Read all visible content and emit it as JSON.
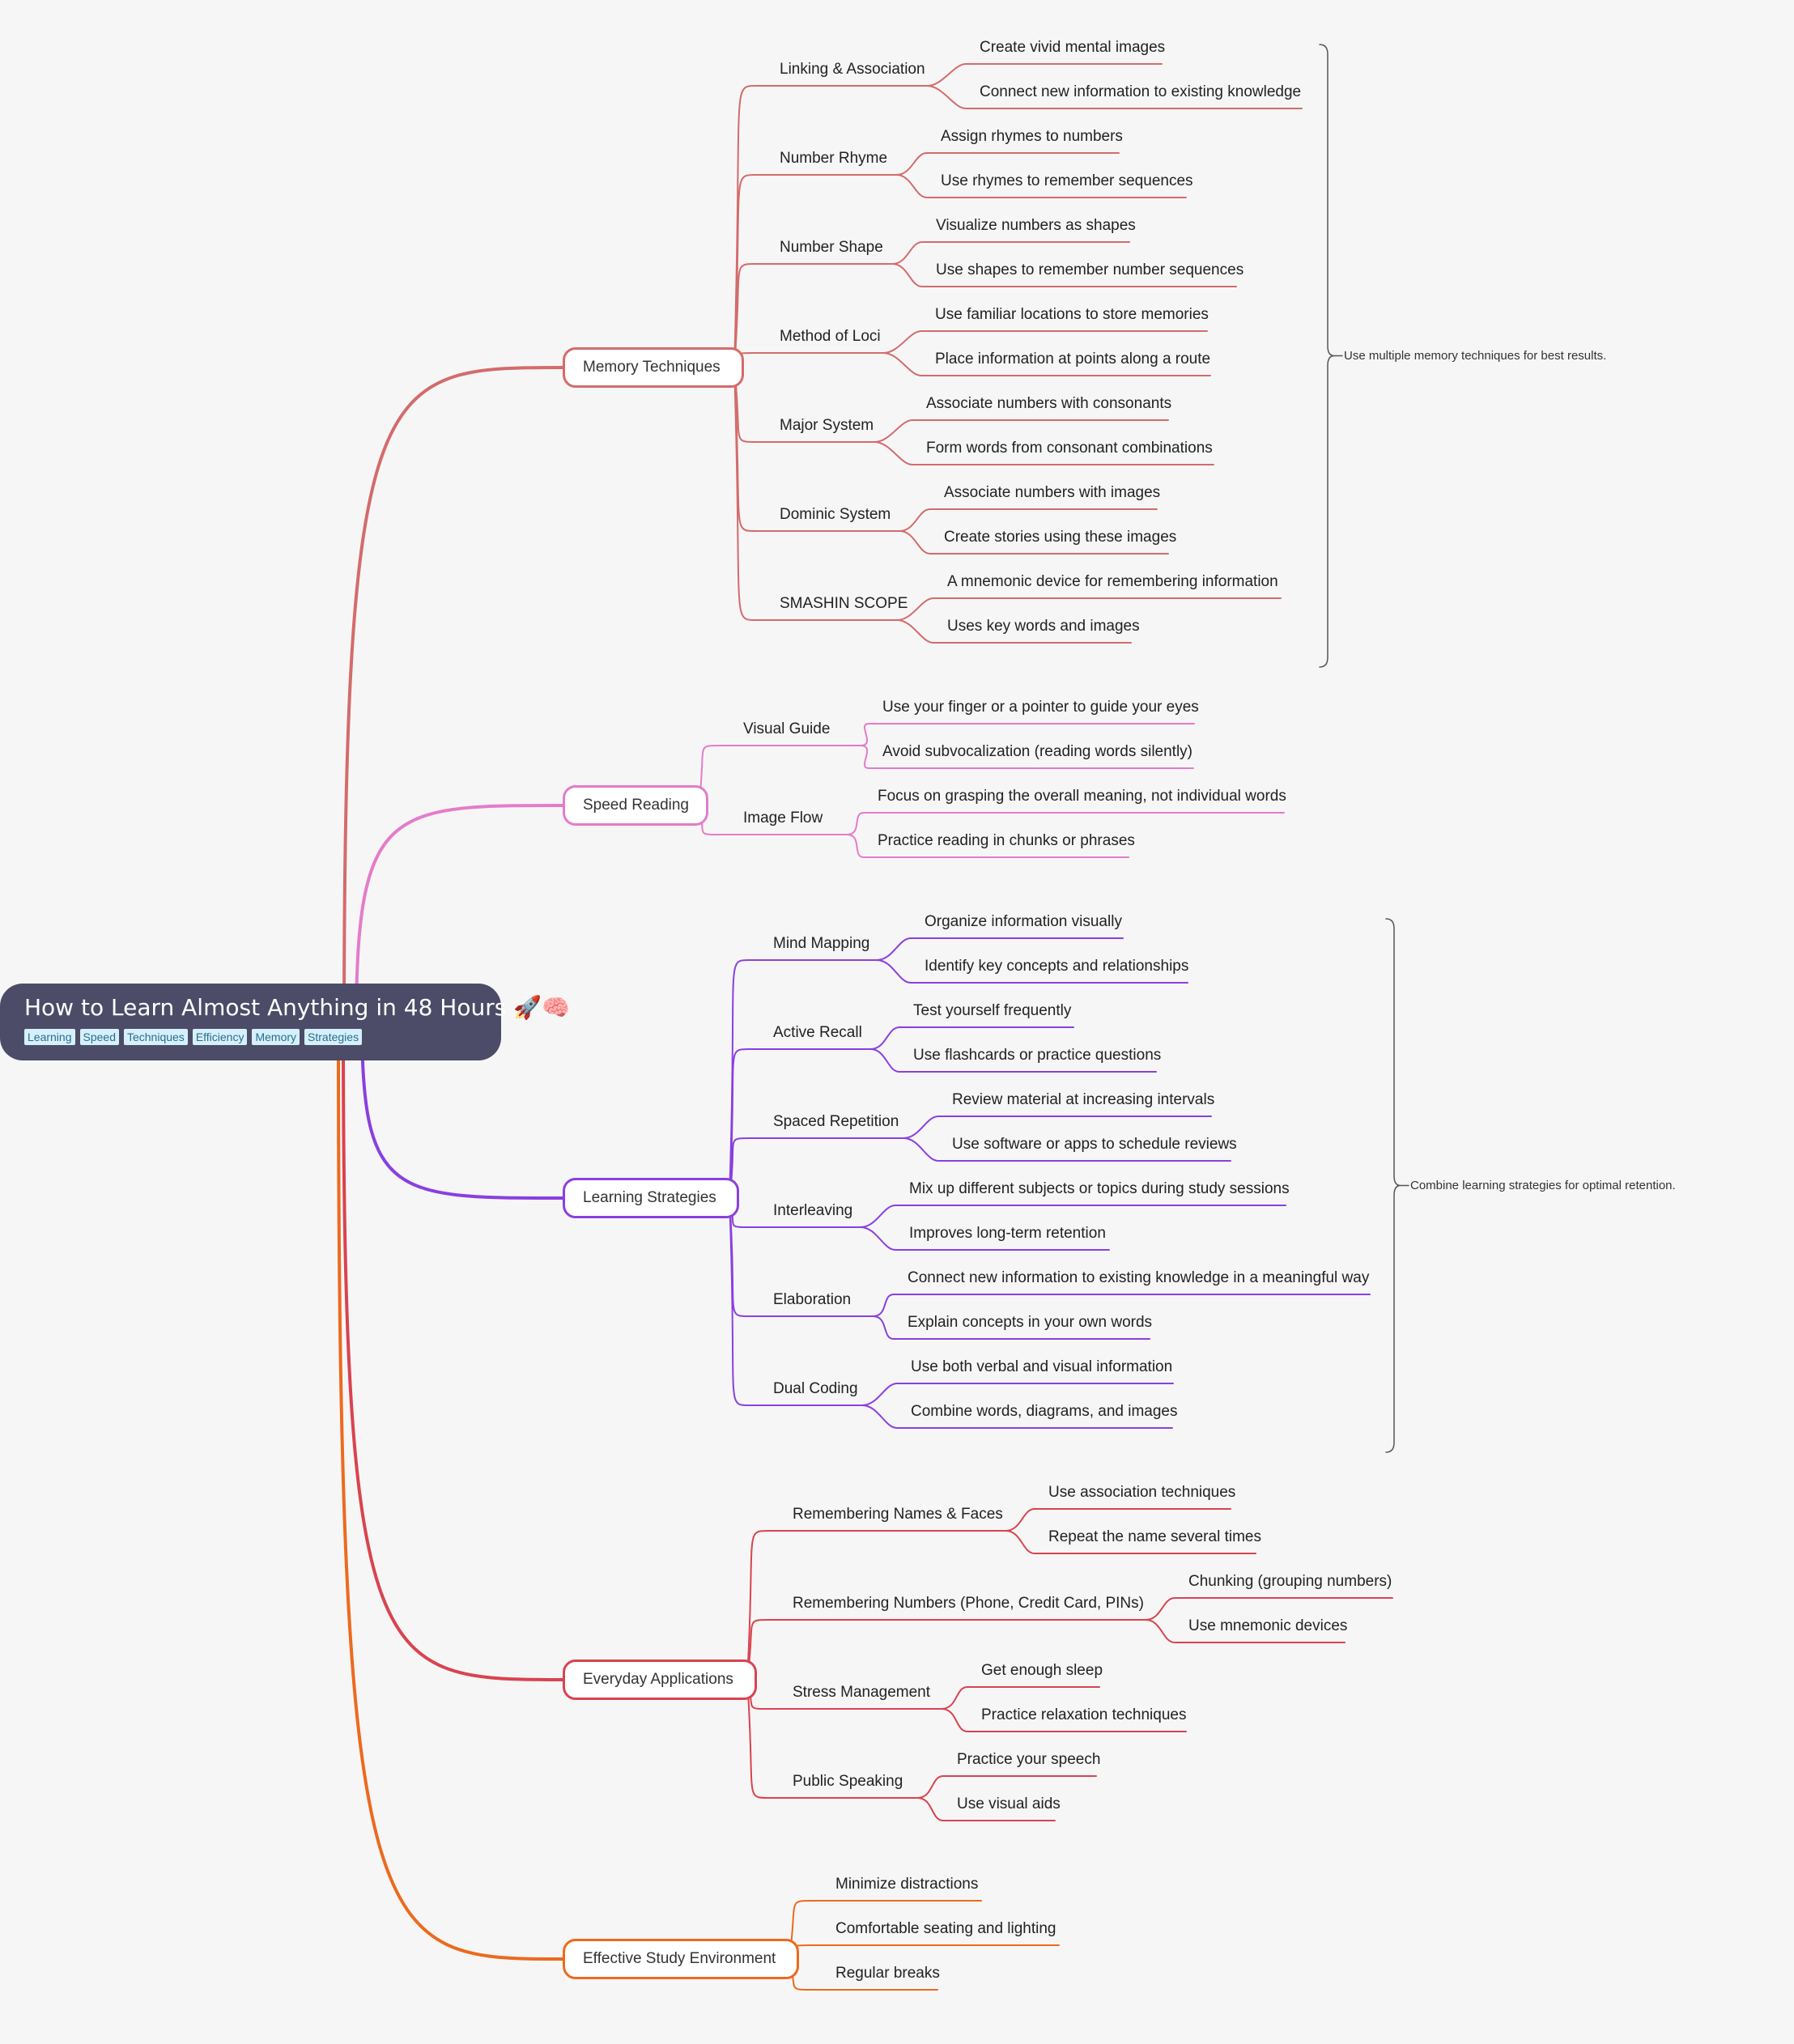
{
  "root": {
    "title": "How to Learn Almost Anything in 48 Hours 🚀🧠",
    "tags": [
      "Learning",
      "Speed",
      "Techniques",
      "Efficiency",
      "Memory",
      "Strategies"
    ]
  },
  "branches": [
    {
      "label": "Memory Techniques",
      "color": "#d46b6b",
      "note": "Use multiple memory techniques for best results.",
      "children": [
        {
          "label": "Linking & Association",
          "children": [
            "Create vivid mental images",
            "Connect new information to existing knowledge"
          ]
        },
        {
          "label": "Number Rhyme",
          "children": [
            "Assign rhymes to numbers",
            "Use rhymes to remember sequences"
          ]
        },
        {
          "label": "Number Shape",
          "children": [
            "Visualize numbers as shapes",
            "Use shapes to remember number sequences"
          ]
        },
        {
          "label": "Method of Loci",
          "children": [
            "Use familiar locations to store memories",
            "Place information at points along a route"
          ]
        },
        {
          "label": "Major System",
          "children": [
            "Associate numbers with consonants",
            "Form words from consonant combinations"
          ]
        },
        {
          "label": "Dominic System",
          "children": [
            "Associate numbers with images",
            "Create stories using these images"
          ]
        },
        {
          "label": "SMASHIN SCOPE",
          "children": [
            "A mnemonic device for remembering information",
            "Uses key words and images"
          ]
        }
      ]
    },
    {
      "label": "Speed Reading",
      "color": "#e47cc9",
      "children": [
        {
          "label": "Visual Guide",
          "children": [
            "Use your finger or a pointer to guide your eyes",
            "Avoid subvocalization (reading words silently)"
          ]
        },
        {
          "label": "Image Flow",
          "children": [
            "Focus on grasping the overall meaning, not individual words",
            "Practice reading in chunks or phrases"
          ]
        }
      ]
    },
    {
      "label": "Learning Strategies",
      "color": "#8a3fe0",
      "note": "Combine learning strategies for optimal retention.",
      "children": [
        {
          "label": "Mind Mapping",
          "children": [
            "Organize information visually",
            "Identify key concepts and relationships"
          ]
        },
        {
          "label": "Active Recall",
          "children": [
            "Test yourself frequently",
            "Use flashcards or practice questions"
          ]
        },
        {
          "label": "Spaced Repetition",
          "children": [
            "Review material at increasing intervals",
            "Use software or apps to schedule reviews"
          ]
        },
        {
          "label": "Interleaving",
          "children": [
            "Mix up different subjects or topics during study sessions",
            "Improves long-term retention"
          ]
        },
        {
          "label": "Elaboration",
          "children": [
            "Connect new information to existing knowledge in a meaningful way",
            "Explain concepts in your own words"
          ]
        },
        {
          "label": "Dual Coding",
          "children": [
            "Use both verbal and visual information",
            "Combine words, diagrams, and images"
          ]
        }
      ]
    },
    {
      "label": "Everyday Applications",
      "color": "#d9434f",
      "children": [
        {
          "label": "Remembering Names & Faces",
          "children": [
            "Use association techniques",
            "Repeat the name several times"
          ]
        },
        {
          "label": "Remembering Numbers (Phone, Credit Card, PINs)",
          "children": [
            "Chunking (grouping numbers)",
            "Use mnemonic devices"
          ]
        },
        {
          "label": "Stress Management",
          "children": [
            "Get enough sleep",
            "Practice relaxation techniques"
          ]
        },
        {
          "label": "Public Speaking",
          "children": [
            "Practice your speech",
            "Use visual aids"
          ]
        }
      ]
    },
    {
      "label": "Effective Study Environment",
      "color": "#ec6a1e",
      "children": [
        {
          "label": "Minimize distractions",
          "children": []
        },
        {
          "label": "Comfortable seating and lighting",
          "children": []
        },
        {
          "label": "Regular breaks",
          "children": []
        }
      ]
    }
  ]
}
